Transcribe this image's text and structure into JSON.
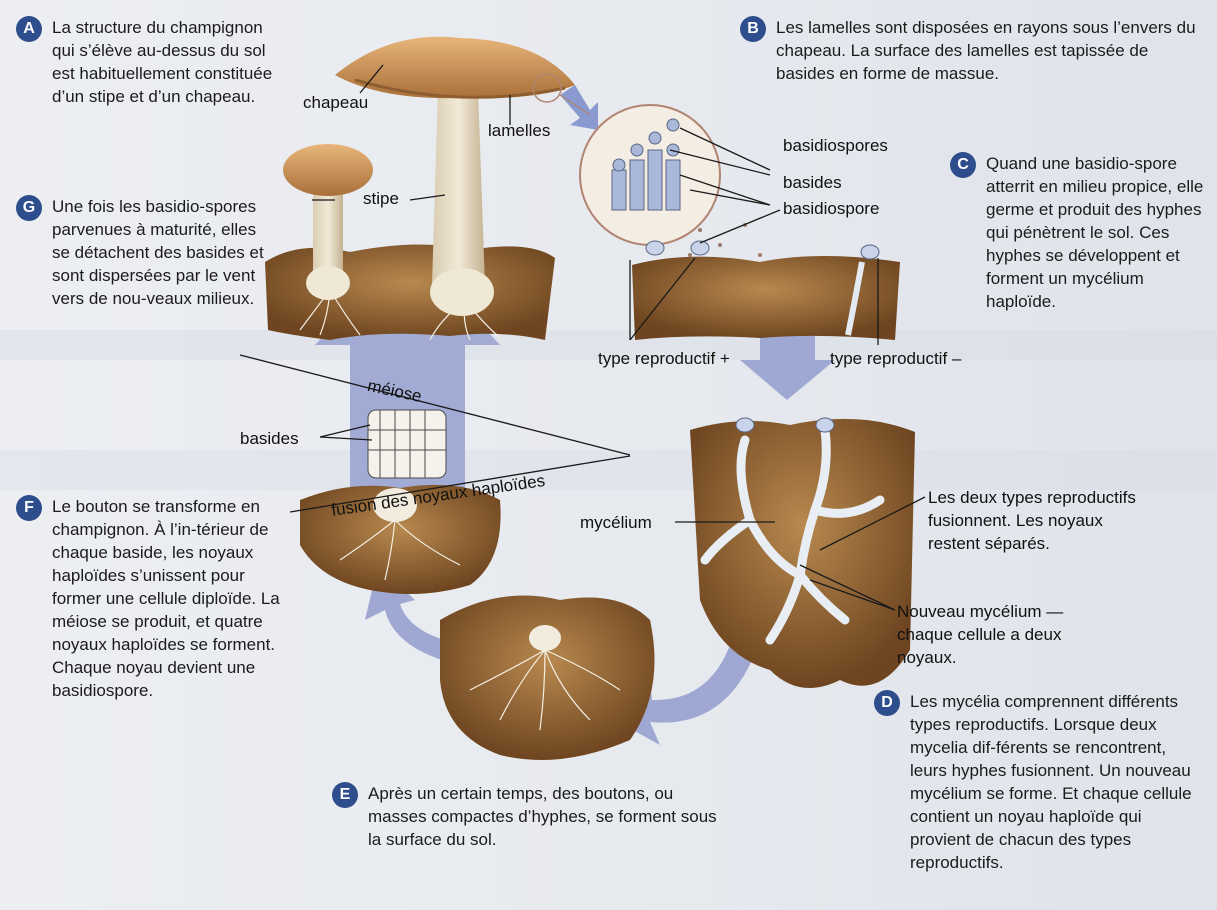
{
  "steps": {
    "A": {
      "letter": "A",
      "text": "La structure du champignon qui s’élève au-dessus du sol est habituellement constituée d’un stipe et d’un chapeau."
    },
    "B": {
      "letter": "B",
      "text": "Les lamelles sont disposées en rayons sous l’envers du chapeau. La surface des lamelles est tapissée de basides en forme de massue."
    },
    "C": {
      "letter": "C",
      "text": "Quand une basidio-spore atterrit en milieu propice, elle germe et produit des hyphes qui pénètrent le sol. Ces hyphes se développent et forment un mycélium haploïde."
    },
    "D": {
      "letter": "D",
      "text": "Les mycélia comprennent différents types reproductifs. Lorsque deux mycelia dif-férents se rencontrent, leurs hyphes fusionnent. Un nouveau mycélium se forme. Et chaque cellule contient un noyau haploïde qui provient de chacun des types reproductifs."
    },
    "E": {
      "letter": "E",
      "text": "Après un certain temps, des boutons, ou masses compactes d’hyphes, se forment sous la surface du sol."
    },
    "F": {
      "letter": "F",
      "text": "Le bouton se transforme en champignon. À l’in-térieur de chaque baside, les noyaux haploïdes s’unissent pour former une cellule diploïde. La méiose se produit, et quatre noyaux haploïdes se forment. Chaque noyau devient une basidiospore."
    },
    "G": {
      "letter": "G",
      "text": "Une fois les basidio-spores parvenues à maturité, elles se détachent des basides et sont dispersées par le vent vers de nou-veaux milieux."
    }
  },
  "labels": {
    "chapeau": "chapeau",
    "lamelles": "lamelles",
    "stipe": "stipe",
    "basidiospores": "basidiospores",
    "basides_top": "basides",
    "basidiospore": "basidiospore",
    "type_plus": "type reproductif +",
    "type_minus": "type reproductif –",
    "meiose": "méiose",
    "basides_mid": "basides",
    "fusion": "fusion des noyaux haploïdes",
    "mycelium": "mycélium",
    "fusion_types": "Les deux types reproductifs fusionnent. Les noyaux restent séparés.",
    "nouveau_mycelium": "Nouveau mycélium — chaque cellule a deux noyaux."
  },
  "colors": {
    "badge": "#2d4d8c",
    "arrow": "#9ea8d2",
    "soil": "#8a5a2c",
    "cap": "#c98a4b",
    "hypha": "#e8eef4"
  }
}
